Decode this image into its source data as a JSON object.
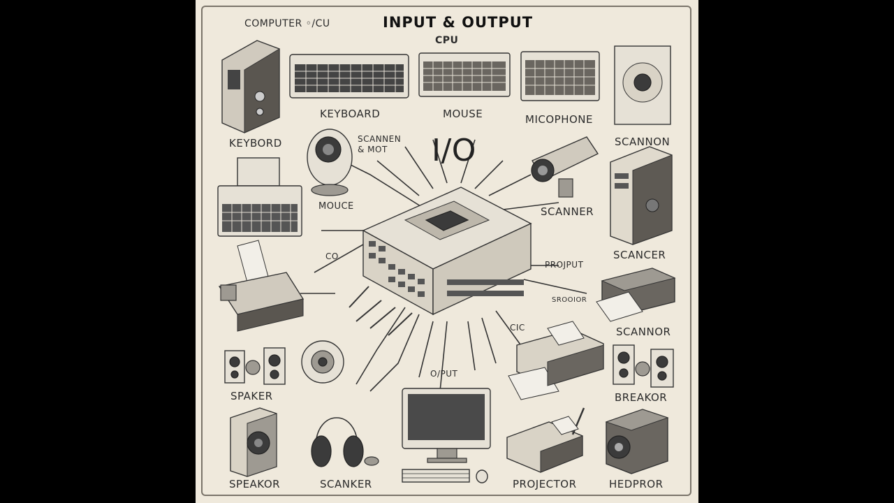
{
  "title": {
    "header_left": "COMPUTER ◦/CU",
    "main": "INPUT & OUTPUT",
    "sub": "CPU"
  },
  "center_label": "I/O",
  "labels": {
    "keyboard_top": "KEYBOARD",
    "mouse_top": "MOUSE",
    "microphone": "MICOPHONE",
    "scannon": "SCANNON",
    "keybord_left": "KEYBORD",
    "scannen_mot": "SCANNEN & MOT",
    "mouce": "MOUCE",
    "scanner_right": "SCANNER",
    "scancer": "SCANCER",
    "co_left": "CO",
    "projput": "PROJPUT",
    "srooior": "SROOIOR",
    "scannor": "SCANNOR",
    "cic": "CIC",
    "output": "O/PUT",
    "spaker": "SPAKER",
    "breakor": "BREAKOR",
    "speakor": "SPEAKOR",
    "scanker": "SCANKER",
    "projector": "PROJECTOR",
    "hedpror": "HEDPROR"
  },
  "colors": {
    "paper": "#efe9dc",
    "ink": "#333333",
    "background": "#000000"
  }
}
